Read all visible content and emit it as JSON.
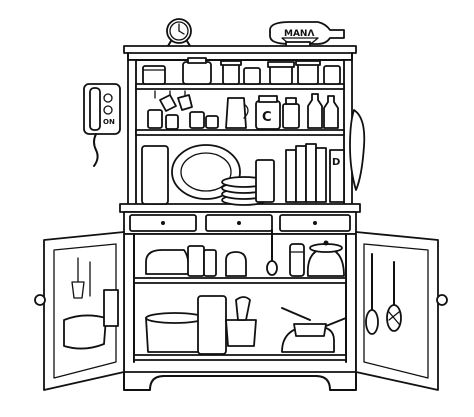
{
  "image": {
    "style": "black line drawing on white background"
  },
  "text": {
    "canister_letter": "C",
    "book_letter": "D",
    "ship_label": "ΜΑΝΛ",
    "phone_label": "ON"
  }
}
